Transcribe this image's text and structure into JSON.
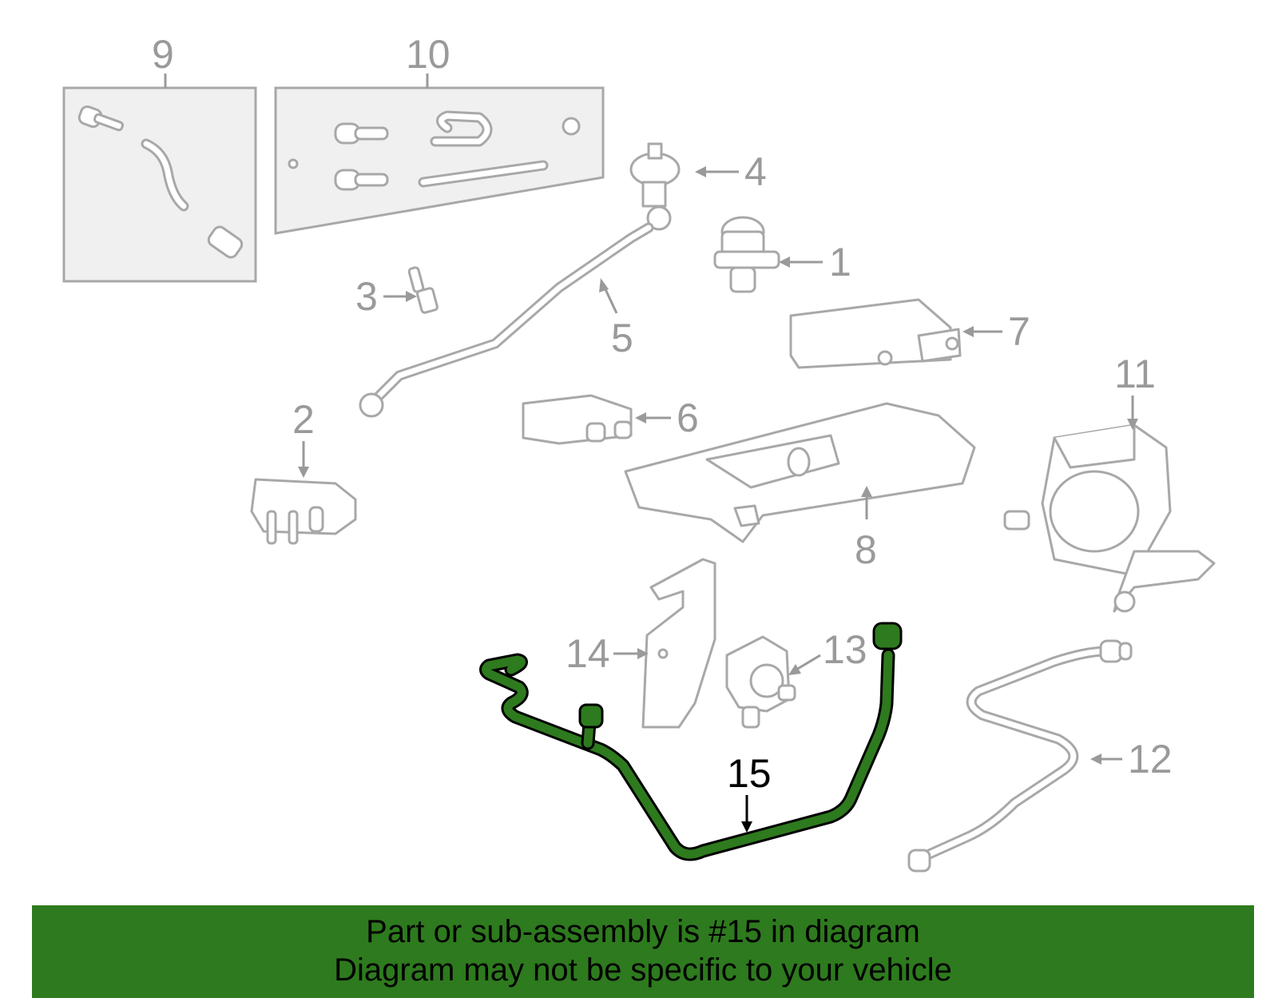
{
  "callouts": {
    "c1": "1",
    "c2": "2",
    "c3": "3",
    "c4": "4",
    "c5": "5",
    "c6": "6",
    "c7": "7",
    "c8": "8",
    "c9": "9",
    "c10": "10",
    "c11": "11",
    "c12": "12",
    "c13": "13",
    "c14": "14",
    "c15": "15"
  },
  "highlighted_part": "15",
  "colors": {
    "highlight": "#2e7a1e",
    "part_outline": "#a8a8a8",
    "callout_text": "#9a9a9a"
  },
  "banner": {
    "line1": "Part or sub-assembly is #15 in diagram",
    "line2": "Diagram may not be specific to your vehicle"
  }
}
